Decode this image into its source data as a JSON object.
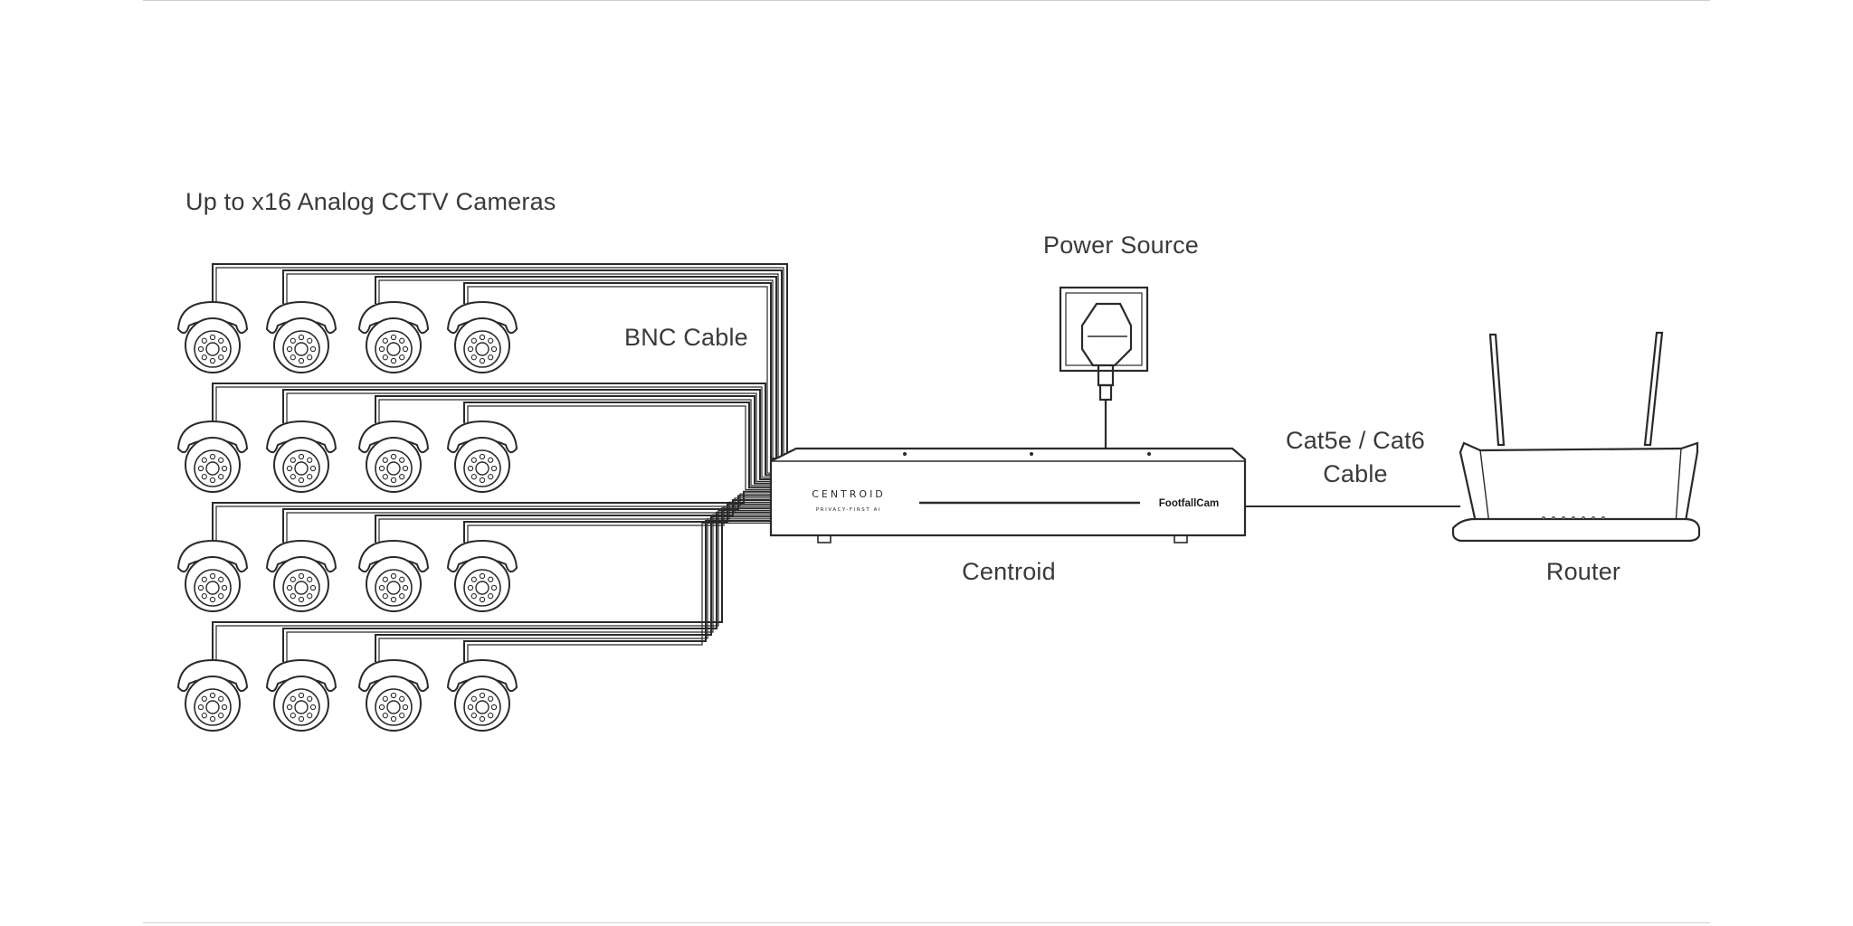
{
  "labels": {
    "cameras": "Up to x16 Analog CCTV Cameras",
    "bnc_cable": "BNC Cable",
    "power_source": "Power Source",
    "cat_cable_line1": "Cat5e / Cat6",
    "cat_cable_line2": "Cable",
    "centroid": "Centroid",
    "router": "Router"
  },
  "device": {
    "brand_title": "CENTROID",
    "brand_subtitle": "PRIVACY-FIRST AI",
    "manufacturer": "FootfallCam"
  },
  "camera_grid": {
    "rows": 4,
    "cols": 4
  },
  "colors": {
    "line": "#2a2a2a",
    "text": "#3a3a3a",
    "background": "#ffffff",
    "rule": "#cfcfcf"
  }
}
